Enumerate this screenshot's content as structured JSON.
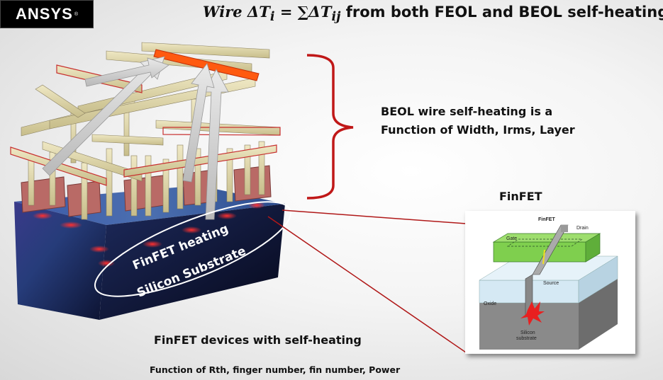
{
  "logo": {
    "text": "ANSYS",
    "mark": "®"
  },
  "title": {
    "formula": "Wire ΔT",
    "formula_sub": "i",
    "equals_sum": " = ∑ΔT",
    "sum_sub": "ij",
    "text": " from both FEOL and BEOL self-heating"
  },
  "beol": {
    "line1": "BEOL wire self-heating is a",
    "line2": "Function of Width, Irms, Layer"
  },
  "finfet_heading": "FinFET",
  "structure": {
    "label_heating": "FinFET heating",
    "label_substrate": "Silicon Substrate"
  },
  "inset": {
    "title": "FinFET",
    "gate": "Gate",
    "drain": "Drain",
    "source": "Source",
    "oxide": "Oxide",
    "substrate_line1": "Silicon",
    "substrate_line2": "substrate"
  },
  "devices_label": "FinFET devices with self-heating",
  "function_label": "Function of Rth, finger number, fin number, Power",
  "colors": {
    "hot_wire": "#ff5a10",
    "bracket": "#c01818",
    "gate": "#7fcf4e",
    "substrate_dark": "#1a2a5a"
  }
}
